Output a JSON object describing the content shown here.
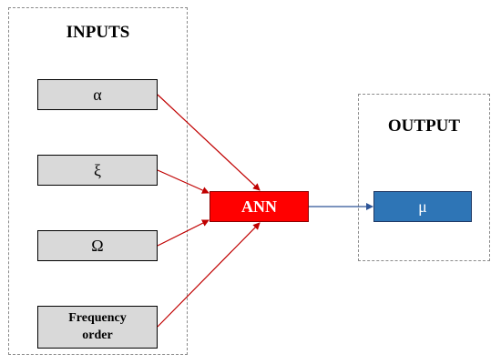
{
  "inputs_group": {
    "title": "INPUTS",
    "items": [
      {
        "label": "α"
      },
      {
        "label": "ξ"
      },
      {
        "label": "Ω"
      },
      {
        "label": "Frequency\norder"
      }
    ]
  },
  "ann": {
    "label": "ANN",
    "color": "#ff0000"
  },
  "output_group": {
    "title": "OUTPUT",
    "items": [
      {
        "label": "μ"
      }
    ]
  },
  "colors": {
    "input_fill": "#d9d9d9",
    "ann_fill": "#ff0000",
    "output_fill": "#2e75b6",
    "input_arrow": "#c00000",
    "output_arrow": "#2e5597"
  }
}
